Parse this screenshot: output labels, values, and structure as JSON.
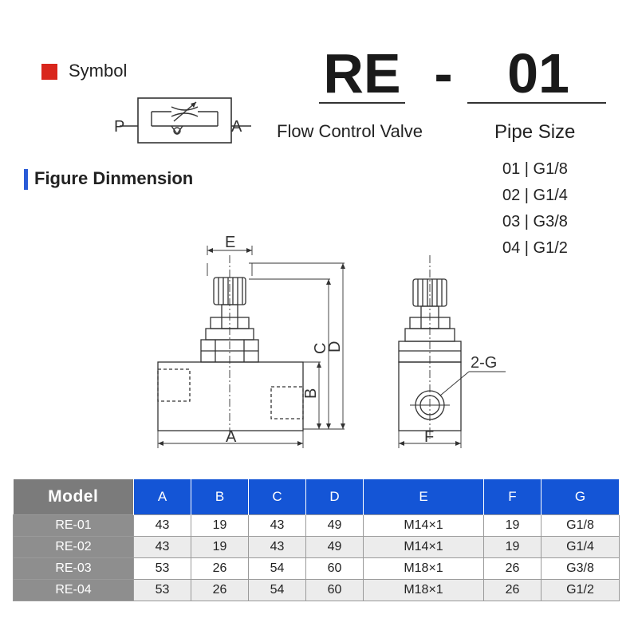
{
  "symbol": {
    "label": "Symbol",
    "port_in": "P",
    "port_out": "A",
    "accent_color": "#d9261c"
  },
  "code": {
    "main": "RE",
    "dash": "-",
    "size": "01",
    "product_name": "Flow Control Valve"
  },
  "pipe_size": {
    "title": "Pipe Size",
    "options": [
      "01 | G1/8",
      "02 | G1/4",
      "03 | G3/8",
      "04 | G1/2"
    ]
  },
  "figure": {
    "title": "Figure Dinmension",
    "accent_color": "#2a5bd7",
    "labels": {
      "E": "E",
      "C": "C",
      "D": "D",
      "B": "B",
      "A": "A",
      "F": "F",
      "G": "2-G"
    }
  },
  "table": {
    "header_color": "#1455d6",
    "model_header_color": "#7b7b7b",
    "columns": [
      "Model",
      "A",
      "B",
      "C",
      "D",
      "E",
      "F",
      "G"
    ],
    "rows": [
      [
        "RE-01",
        "43",
        "19",
        "43",
        "49",
        "M14×1",
        "19",
        "G1/8"
      ],
      [
        "RE-02",
        "43",
        "19",
        "43",
        "49",
        "M14×1",
        "19",
        "G1/4"
      ],
      [
        "RE-03",
        "53",
        "26",
        "54",
        "60",
        "M18×1",
        "26",
        "G3/8"
      ],
      [
        "RE-04",
        "53",
        "26",
        "54",
        "60",
        "M18×1",
        "26",
        "G1/2"
      ]
    ]
  }
}
